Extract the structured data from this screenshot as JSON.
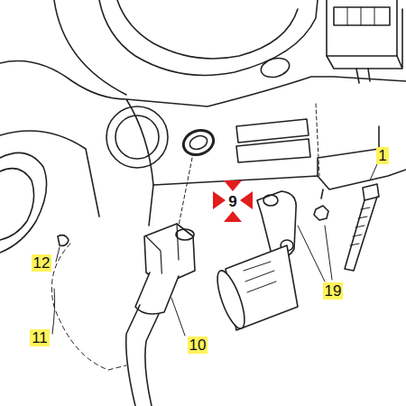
{
  "diagram": {
    "labels": [
      "9",
      "12",
      "11",
      "10",
      "19",
      "1"
    ]
  }
}
